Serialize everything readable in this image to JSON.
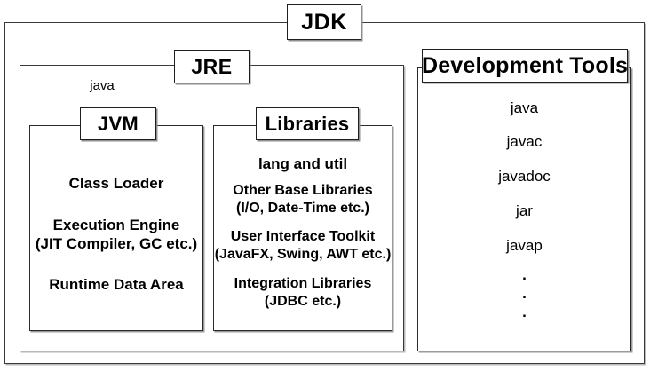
{
  "diagram": {
    "title": "JDK",
    "outer": {
      "label": "JDK"
    },
    "jre": {
      "label": "JRE",
      "note": "java",
      "jvm": {
        "label": "JVM",
        "items": [
          "Class Loader",
          "Execution Engine",
          "(JIT Compiler, GC etc.)",
          "Runtime Data Area"
        ],
        "item_class_loader": "Class Loader",
        "item_execution_engine": "Execution Engine",
        "item_execution_engine_sub": "(JIT Compiler, GC etc.)",
        "item_runtime_data_area": "Runtime Data Area"
      },
      "libraries": {
        "label": "Libraries",
        "items": [
          "lang and util",
          "Other Base Libraries",
          "(I/O, Date-Time etc.)",
          "User Interface Toolkit",
          "(JavaFX, Swing, AWT etc.)",
          "Integration Libraries",
          "(JDBC etc.)"
        ],
        "item_lang_and_util": "lang and util",
        "item_other_base": "Other Base Libraries",
        "item_other_base_sub": "(I/O, Date-Time etc.)",
        "item_ui_toolkit": "User Interface Toolkit",
        "item_ui_toolkit_sub": "(JavaFX, Swing, AWT etc.)",
        "item_integration": "Integration Libraries",
        "item_integration_sub": "(JDBC etc.)"
      }
    },
    "development_tools": {
      "label": "Development Tools",
      "tools": [
        "java",
        "javac",
        "javadoc",
        "jar",
        "javap"
      ],
      "tool_1": "java",
      "tool_2": "javac",
      "tool_3": "javadoc",
      "tool_4": "jar",
      "tool_5": "javap",
      "ellipsis_1": ".",
      "ellipsis_2": ".",
      "ellipsis_3": "."
    }
  },
  "colors": {
    "background": "#ffffff",
    "stroke": "#2a2a2a",
    "stroke_light": "#3a3a3a",
    "shadow": "#b9b9b9",
    "text": "#000000"
  }
}
